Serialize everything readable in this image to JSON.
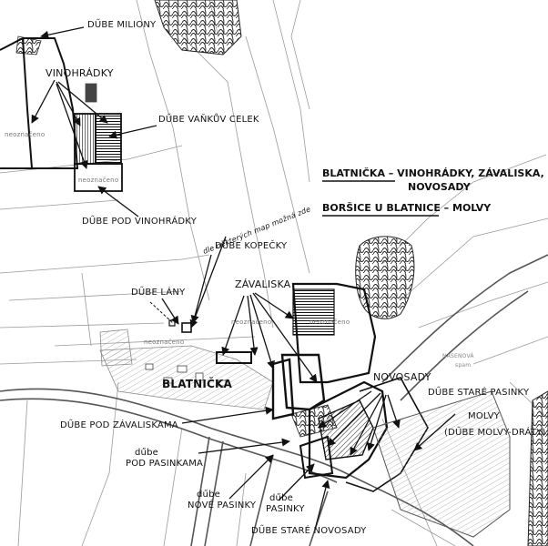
{
  "labels": {
    "dube_milion": "dűbe MILIONY",
    "vinohradky": "VINOHRÁDKY",
    "dube_vankuv_celek": "dűbe VAŇKŮV CELEK",
    "neoznaceno_1": "neoznačeno",
    "neoznaceno_2": "neoznačeno",
    "dube_pod_vinohradky": "dűbe POD VINOHRÁDKY",
    "dle_mapy_note": "dle některých map možná zde",
    "dube_kopecky": "dűbe KOPEČKY",
    "dube_lany": "dűbe LÁNY",
    "zavaliska": "ZÁVALISKA",
    "neoznaceno_3": "neoznačeno",
    "neoznaceno_4": "neoznačeno",
    "neoznaceno_5": "neoznačeno",
    "blatnicka": "BLATNIČKA",
    "dube_pod_zavaliskama": "dűbe POD ZÁVALISKAMA",
    "dube_pod_pasinkama_1": "dűbe",
    "dube_pod_pasinkama_2": "POD PASINKAMA",
    "dube_nove_pasinky_1": "dűbe",
    "dube_nove_pasinky_2": "NOVÉ PASINKY",
    "pasinky_1": "dűbe",
    "pasinky_2": "PASINKY",
    "dube_stare_novosady": "dűbe STARÉ NOVOSADY",
    "novosady": "NOVOSADY",
    "dube_stare_pasinky": "dűbe STARÉ PASINKY",
    "molvy": "MOLVY",
    "molvy_draty": "(dűbe MOLVY-DRÁTY)",
    "nasenova": "NASENOVÁ",
    "spam": "spam"
  },
  "legend": {
    "line1": "BLATNIČKA – VINOHRÁDKY, ZÁVALISKA,",
    "line2": "NOVOSADY",
    "line3": "BORŠICE U BLATNICE – MOLVY"
  }
}
